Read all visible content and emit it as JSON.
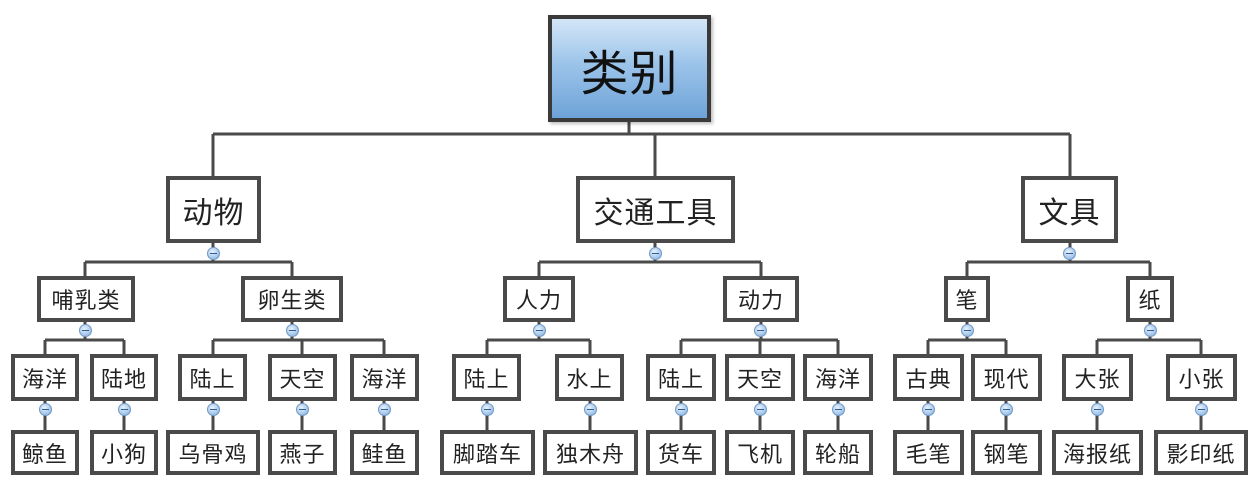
{
  "root": {
    "label": "类别"
  },
  "categories": [
    {
      "label": "动物",
      "groups": [
        {
          "label": "哺乳类",
          "subs": [
            {
              "label": "海洋",
              "example": "鲸鱼"
            },
            {
              "label": "陆地",
              "example": "小狗"
            }
          ]
        },
        {
          "label": "卵生类",
          "subs": [
            {
              "label": "陆上",
              "example": "乌骨鸡"
            },
            {
              "label": "天空",
              "example": "燕子"
            },
            {
              "label": "海洋",
              "example": "鲑鱼"
            }
          ]
        }
      ]
    },
    {
      "label": "交通工具",
      "groups": [
        {
          "label": "人力",
          "subs": [
            {
              "label": "陆上",
              "example": "脚踏车"
            },
            {
              "label": "水上",
              "example": "独木舟"
            }
          ]
        },
        {
          "label": "动力",
          "subs": [
            {
              "label": "陆上",
              "example": "货车"
            },
            {
              "label": "天空",
              "example": "飞机"
            },
            {
              "label": "海洋",
              "example": "轮船"
            }
          ]
        }
      ]
    },
    {
      "label": "文具",
      "groups": [
        {
          "label": "笔",
          "subs": [
            {
              "label": "古典",
              "example": "毛笔"
            },
            {
              "label": "现代",
              "example": "钢笔"
            }
          ]
        },
        {
          "label": "纸",
          "subs": [
            {
              "label": "大张",
              "example": "海报纸"
            },
            {
              "label": "小张",
              "example": "影印纸"
            }
          ]
        }
      ]
    }
  ],
  "colors": {
    "root_fill_top": "#d4e6f7",
    "root_fill_bottom": "#6ea3d8",
    "border": "#4a4a4a",
    "connector": "#4a4a4a",
    "collapse_button": "#a9c9ea"
  },
  "icons": {
    "collapse": "minus-circle-icon"
  }
}
